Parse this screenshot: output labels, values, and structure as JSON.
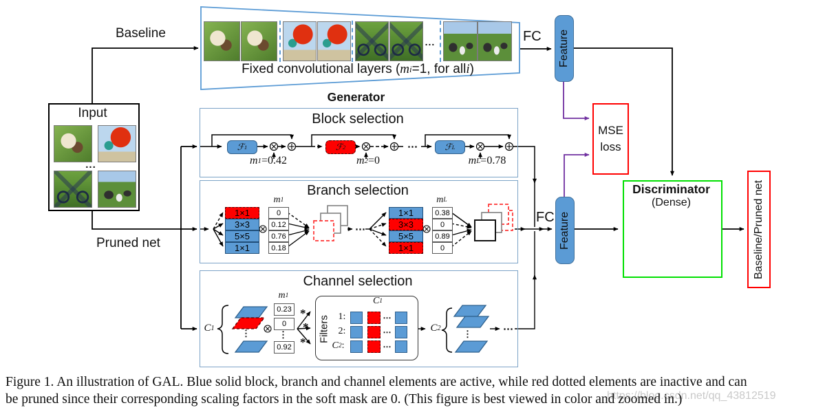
{
  "labels": {
    "baseline": "Baseline",
    "pruned_net": "Pruned net",
    "fc_top": "FC",
    "fc_bottom": "FC",
    "feature_top": "Feature",
    "feature_bottom": "Feature",
    "mse_line1": "MSE",
    "mse_line2": "loss",
    "generator": "Generator",
    "discriminator_title": "Discriminator",
    "discriminator_subtitle": "(Dense)",
    "output": "Baseline/Pruned net",
    "dots": "...",
    "hdots": "⋯"
  },
  "input_panel": {
    "title": "Input",
    "dots": "...",
    "images": [
      "dog",
      "hot-air-balloon",
      "bicycle",
      "cattle"
    ]
  },
  "fixed_layers": {
    "p1": "Fixed convolutional layers (",
    "m": "m",
    "msub": "i",
    "p2": "=1, for all ",
    "i": "i",
    "p3": ")",
    "dots": "...",
    "images": [
      "dog",
      "dog",
      "hot-air-balloon",
      "hot-air-balloon",
      "bicycle",
      "bicycle",
      "cattle",
      "cattle"
    ]
  },
  "block_selection": {
    "title": "Block selection",
    "dots": "⋯",
    "units": [
      {
        "f": "ℱ",
        "fsub": "1",
        "m": "m",
        "msub": "1",
        "eq": "=0.42"
      },
      {
        "f": "ℱ",
        "fsub": "2",
        "m": "m",
        "msub": "2",
        "eq": "=0"
      },
      {
        "f": "ℱ",
        "fsub": "L",
        "m": "m",
        "msub": "L",
        "eq": "=0.78"
      }
    ]
  },
  "branch_selection": {
    "title": "Branch selection",
    "dots": "⋯",
    "left": {
      "m": "m",
      "msub": "1",
      "branches": [
        "1×1",
        "3×3",
        "5×5",
        "1×1"
      ],
      "masks": [
        "0",
        "0.12",
        "0.76",
        "0.18"
      ]
    },
    "right": {
      "m": "m",
      "msub": "L",
      "branches": [
        "1×1",
        "3×3",
        "5×5",
        "1×1"
      ],
      "masks": [
        "0.38",
        "0",
        "0.89",
        "0"
      ]
    }
  },
  "channel_selection": {
    "title": "Channel selection",
    "dots": "⋯",
    "vdots": "⋮",
    "star": "*",
    "c1": {
      "b": "C",
      "s": "1"
    },
    "c2": {
      "b": "C",
      "s": "2"
    },
    "m1": {
      "b": "m",
      "s": "1"
    },
    "masks": [
      "0.23",
      "0",
      "0.92"
    ],
    "filters": {
      "label": "Filters",
      "header": {
        "b": "C",
        "s": "1"
      },
      "r1": "1:",
      "r2": "2:",
      "r3": {
        "b": "C",
        "s": "2",
        "c": ":"
      },
      "dots": "⋯"
    }
  },
  "caption": {
    "line1": "Figure 1. An illustration of GAL. Blue solid block, branch and channel elements are active, while red dotted elements are inactive and can",
    "line2": "be pruned since their corresponding scaling factors in the soft mask are 0. (This figure is best viewed in color and zoomed in.)"
  },
  "watermark": "https://blog.csdn.net/qq_43812519",
  "colors": {
    "blue": "#5B9BD5",
    "red": "#FF0000",
    "green": "#00E000",
    "purple": "#7030A0"
  }
}
